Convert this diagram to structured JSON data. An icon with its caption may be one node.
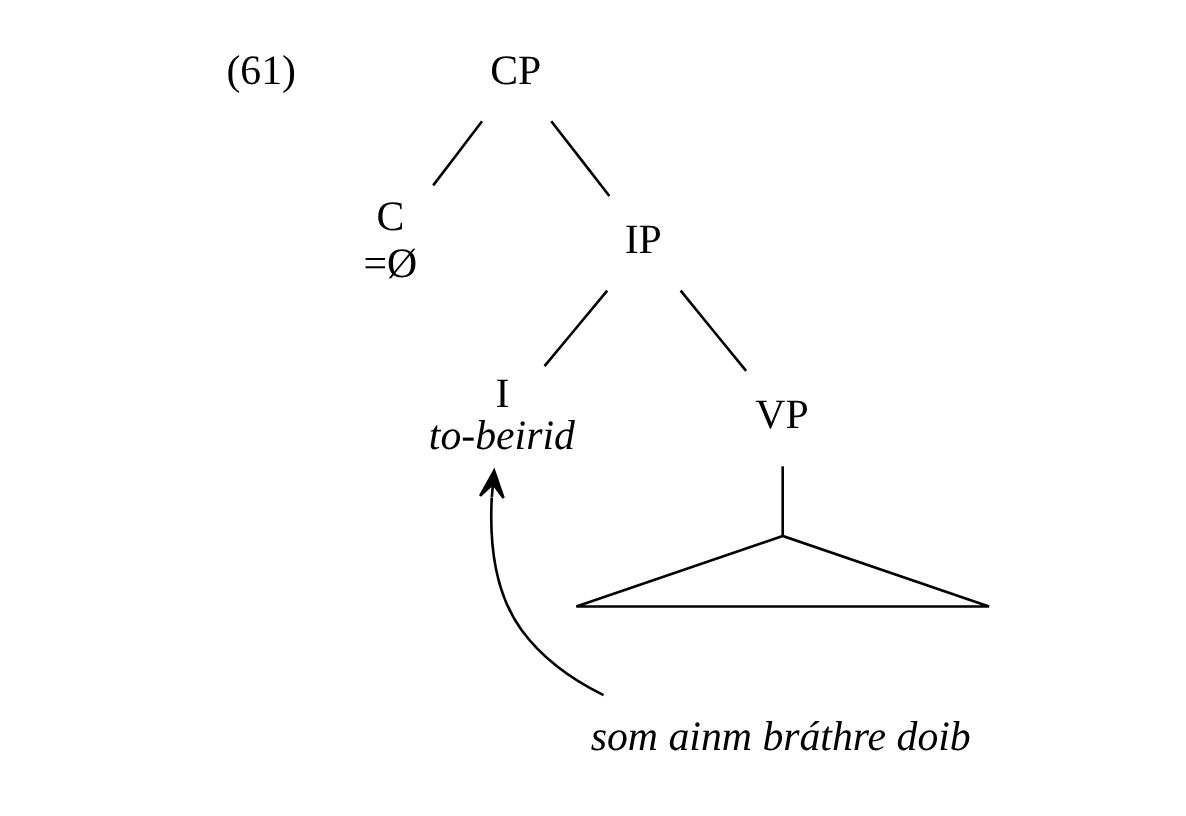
{
  "diagram": {
    "nodes": [
      {
        "text": [
          "CP"
        ]
      },
      {
        "text": [
          "C",
          "=Ø"
        ]
      },
      {
        "text": [
          "IP"
        ]
      },
      {
        "text": [
          "I",
          "to-beirid"
        ]
      },
      {
        "text": [
          "VP"
        ]
      },
      {
        "text": [],
        "shape": "triangle"
      },
      {
        "text": [
          "som ainm bráthre doib"
        ]
      }
    ],
    "edges": [
      {
        "from": 0,
        "to": 1,
        "arrow": "none"
      },
      {
        "from": 0,
        "to": 2,
        "arrow": "none"
      },
      {
        "from": 2,
        "to": 3,
        "arrow": "none"
      },
      {
        "from": 2,
        "to": 4,
        "arrow": "none"
      },
      {
        "from": 4,
        "to": 5,
        "arrow": "none"
      },
      {
        "from": 6,
        "to": 3,
        "arrow": "to"
      }
    ],
    "labels": [
      "(61)"
    ]
  }
}
